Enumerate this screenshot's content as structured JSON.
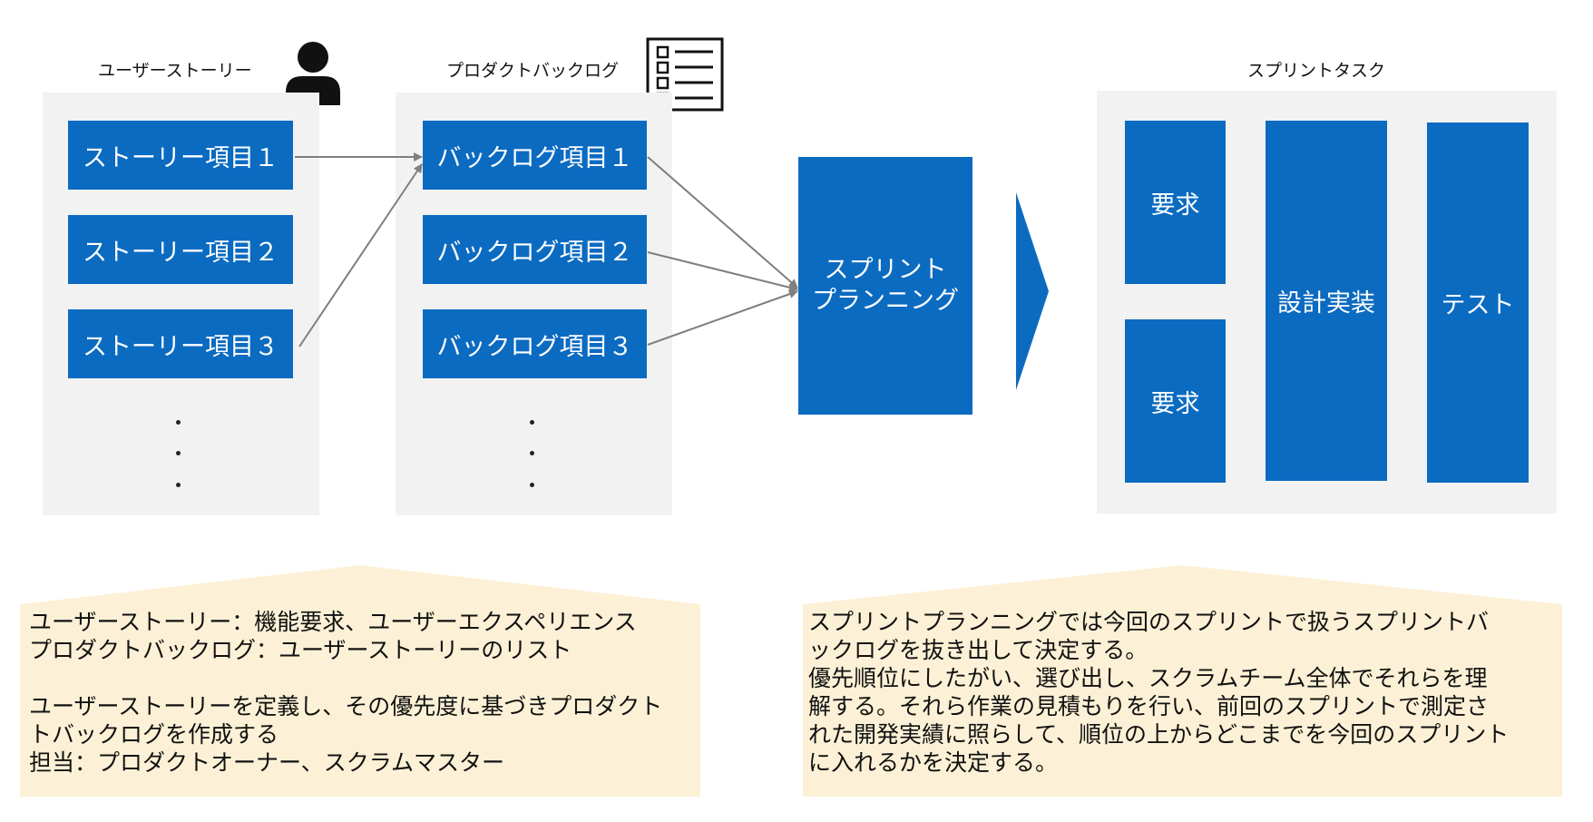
{
  "columns": {
    "user_stories": {
      "title": "ユーザーストーリー",
      "items": [
        "ストーリー項目１",
        "ストーリー項目２",
        "ストーリー項目３"
      ]
    },
    "product_backlog": {
      "title": "プロダクトバックログ",
      "items": [
        "バックログ項目１",
        "バックログ項目２",
        "バックログ項目３"
      ]
    },
    "sprint_planning": {
      "label_line1": "スプリント",
      "label_line2": "プランニング"
    },
    "sprint_tasks": {
      "title": "スプリントタスク",
      "requirement_1": "要求",
      "requirement_2": "要求",
      "design_impl": "設計実装",
      "test": "テスト"
    }
  },
  "notes": {
    "left": {
      "line1": "ユーザーストーリー：機能要求、ユーザーエクスペリエンス",
      "line2": "プロダクトバックログ：ユーザーストーリーのリスト",
      "line3": "ユーザーストーリーを定義し、その優先度に基づきプロダクト",
      "line4": "トバックログを作成する",
      "line5": "担当：プロダクトオーナー、スクラムマスター"
    },
    "right": {
      "line1": "スプリントプランニングでは今回のスプリントで扱うスプリントバ",
      "line2": "ックログを抜き出して決定する。",
      "line3": "優先順位にしたがい、選び出し、スクラムチーム全体でそれらを理",
      "line4": "解する。それら作業の見積もりを行い、前回のスプリントで測定さ",
      "line5": "れた開発実績に照らして、順位の上からどこまでを今回のスプリント",
      "line6": "に入れるかを決定する。"
    }
  },
  "colors": {
    "box_blue": "#0b6bc1",
    "panel_gray": "#f2f2f2",
    "note_cream": "#fcf1d6",
    "arrow_gray": "#7f7f7f"
  },
  "icons": [
    "user-icon",
    "checklist-icon"
  ]
}
